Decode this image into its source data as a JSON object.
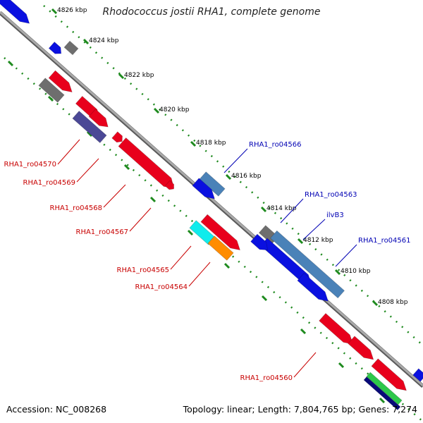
{
  "title": "Rhodococcus jostii RHA1, complete genome",
  "footer": {
    "accession": "Accession: NC_008268",
    "topology": "Topology: linear; Length: 7,804,765 bp; Genes: 7,274"
  },
  "colors": {
    "red": "#e8001c",
    "blue": "#0a10e0",
    "steel": "#4a82b8",
    "gray": "#6e6e6e",
    "slate": "#4b4896",
    "cyan": "#10ecec",
    "orange": "#ff8c00",
    "green": "#2dc84a",
    "navy": "#080a78",
    "tick_green": "#1e8a1e",
    "label_red": "#c80000",
    "label_blue": "#0000b4"
  },
  "ticks": [
    {
      "label": "4826 kbp"
    },
    {
      "label": "4824 kbp"
    },
    {
      "label": "4822 kbp"
    },
    {
      "label": "4820 kbp"
    },
    {
      "label": "4818 kbp"
    },
    {
      "label": "4816 kbp"
    },
    {
      "label": "4814 kbp"
    },
    {
      "label": "4812 kbp"
    },
    {
      "label": "4810 kbp"
    },
    {
      "label": "4808 kbp"
    }
  ],
  "gene_labels": [
    {
      "text": "RHA1_ro04566",
      "color": "blue"
    },
    {
      "text": "RHA1_ro04563",
      "color": "blue"
    },
    {
      "text": "ilvB3",
      "color": "blue"
    },
    {
      "text": "RHA1_ro04561",
      "color": "blue"
    },
    {
      "text": "RHA1_ro04570",
      "color": "red"
    },
    {
      "text": "RHA1_ro04569",
      "color": "red"
    },
    {
      "text": "RHA1_ro04568",
      "color": "red"
    },
    {
      "text": "RHA1_ro04567",
      "color": "red"
    },
    {
      "text": "RHA1_ro04565",
      "color": "red"
    },
    {
      "text": "RHA1_ro04564",
      "color": "red"
    },
    {
      "text": "RHA1_ro04560",
      "color": "red"
    }
  ]
}
